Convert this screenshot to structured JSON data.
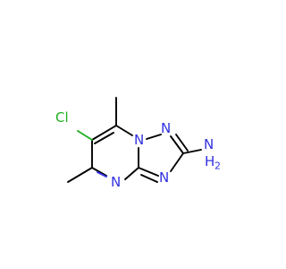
{
  "molecule": {
    "atom_labels": {
      "cl": "Cl",
      "n_bridge": "N",
      "n_triazole_top": "N",
      "n_triazole_bottom": "N",
      "n_pyrimidine": "N",
      "amine_n": "N",
      "amine_h": "H",
      "amine_h2": "2"
    },
    "colors": {
      "carbon_bond": "#000000",
      "nitrogen": "#3030e0",
      "chlorine": "#1fb01f",
      "background": "#ffffff"
    }
  }
}
